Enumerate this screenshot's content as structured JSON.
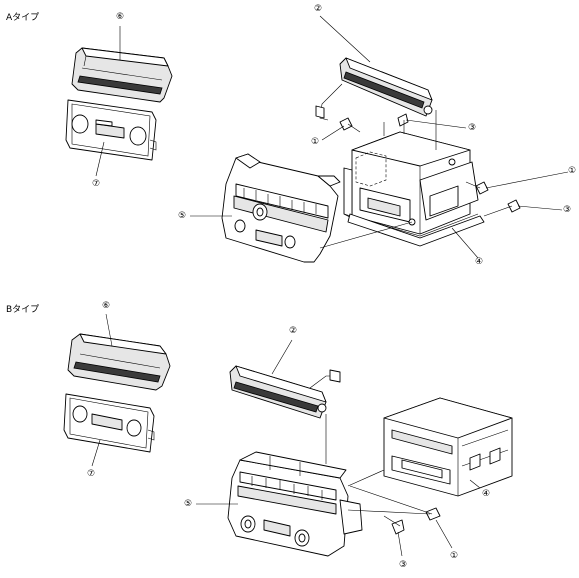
{
  "sections": [
    {
      "title": "Aタイプ",
      "callouts": [
        {
          "number": "①"
        },
        {
          "number": "①"
        },
        {
          "number": "②"
        },
        {
          "number": "③"
        },
        {
          "number": "③"
        },
        {
          "number": "④"
        },
        {
          "number": "⑤"
        },
        {
          "number": "⑥"
        },
        {
          "number": "⑦"
        }
      ]
    },
    {
      "title": "Bタイプ",
      "callouts": [
        {
          "number": "①"
        },
        {
          "number": "②"
        },
        {
          "number": "③"
        },
        {
          "number": "④"
        },
        {
          "number": "⑤"
        },
        {
          "number": "⑥"
        },
        {
          "number": "⑦"
        }
      ]
    }
  ]
}
